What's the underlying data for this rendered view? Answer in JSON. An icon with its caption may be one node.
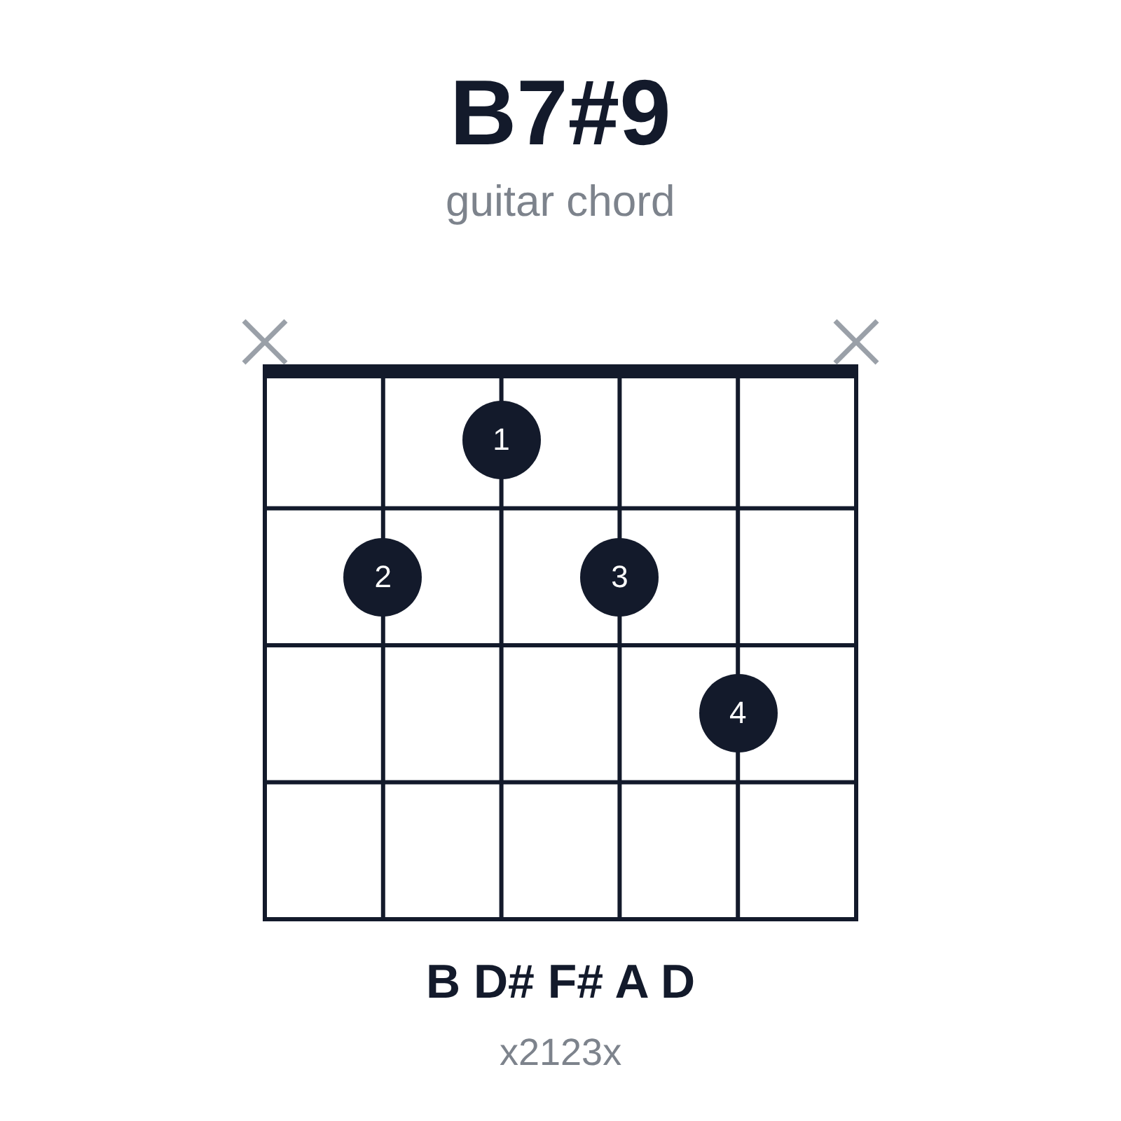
{
  "diagram": {
    "title": "B7#9",
    "nodes": [
      {
        "text": [
          "1"
        ]
      },
      {
        "text": [
          "2"
        ]
      },
      {
        "text": [
          "3"
        ]
      },
      {
        "text": [
          "4"
        ]
      }
    ],
    "labels": [
      "guitar chord",
      "B D# F# A D",
      "x2123x"
    ]
  }
}
